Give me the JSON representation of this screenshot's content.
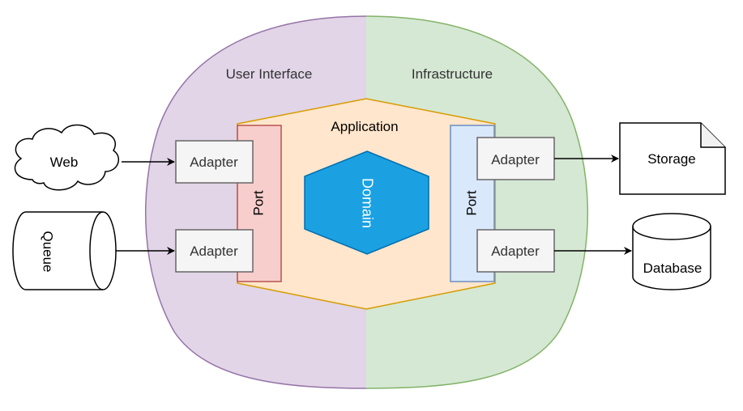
{
  "diagram": {
    "regions": {
      "user_interface": "User Interface",
      "infrastructure": "Infrastructure"
    },
    "application": "Application",
    "domain": "Domain",
    "ports": {
      "left": "Port",
      "right": "Port"
    },
    "adapters": {
      "left_top": "Adapter",
      "left_bottom": "Adapter",
      "right_top": "Adapter",
      "right_bottom": "Adapter"
    },
    "external": {
      "web": "Web",
      "queue": "Queue",
      "storage": "Storage",
      "database": "Database"
    },
    "colors": {
      "user_interface_fill": "#e1d5e7",
      "user_interface_stroke": "#9673a6",
      "infrastructure_fill": "#d5e8d4",
      "infrastructure_stroke": "#82b366",
      "application_fill": "#ffe6cc",
      "application_stroke": "#d79b00",
      "left_port_fill": "#f8cecc",
      "left_port_stroke": "#b85450",
      "right_port_fill": "#dae8fc",
      "right_port_stroke": "#6c8ebf",
      "domain_fill": "#1ba1e2",
      "domain_stroke": "#006eaf",
      "adapter_fill": "#f5f5f5",
      "adapter_stroke": "#666666"
    }
  }
}
